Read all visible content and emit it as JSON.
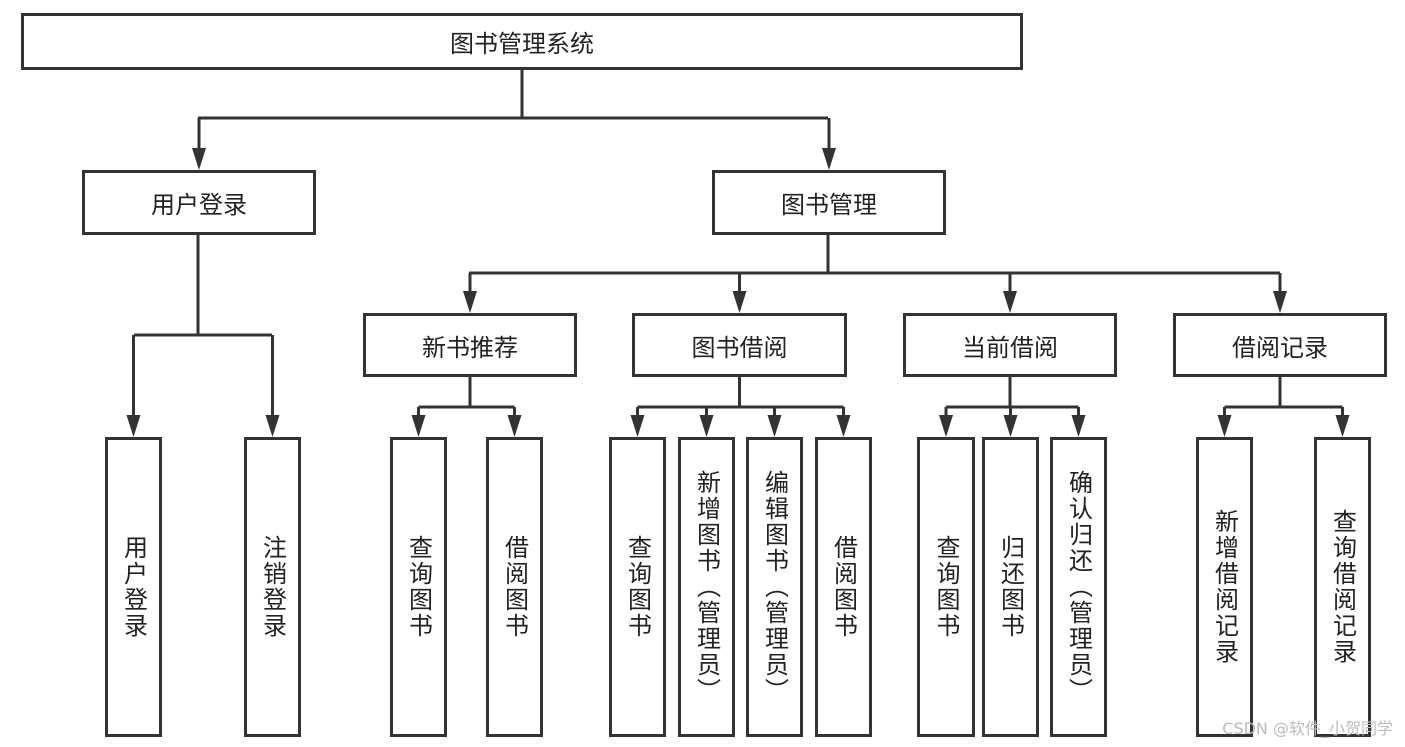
{
  "root": {
    "label": "图书管理系统",
    "children": [
      {
        "label": "用户登录",
        "children": [
          {
            "label": "用户登录"
          },
          {
            "label": "注销登录"
          }
        ]
      },
      {
        "label": "图书管理",
        "children": [
          {
            "label": "新书推荐",
            "children": [
              {
                "label": "查询图书"
              },
              {
                "label": "借阅图书"
              }
            ]
          },
          {
            "label": "图书借阅",
            "children": [
              {
                "label": "查询图书"
              },
              {
                "label": "新增图书（管理员）"
              },
              {
                "label": "编辑图书（管理员）"
              },
              {
                "label": "借阅图书"
              }
            ]
          },
          {
            "label": "当前借阅",
            "children": [
              {
                "label": "查询图书"
              },
              {
                "label": "归还图书"
              },
              {
                "label": "确认归还（管理员）"
              }
            ]
          },
          {
            "label": "借阅记录",
            "children": [
              {
                "label": "新增借阅记录"
              },
              {
                "label": "查询借阅记录"
              }
            ]
          }
        ]
      }
    ]
  },
  "watermark": "CSDN @软件_小贺同学",
  "colors": {
    "stroke": "#333333",
    "text": "#222222"
  }
}
